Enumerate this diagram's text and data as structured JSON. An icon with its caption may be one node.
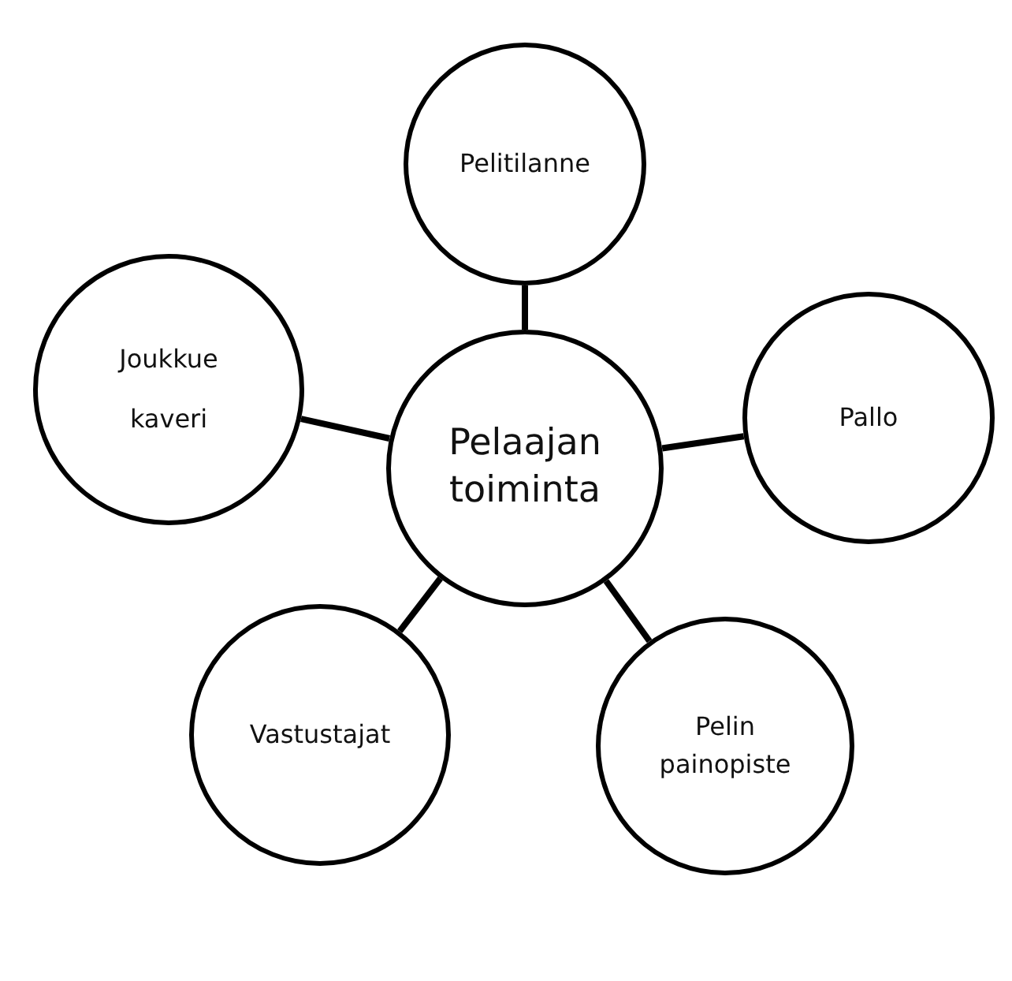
{
  "diagram": {
    "nodes": [
      {
        "text": [
          "Pelaajan toiminta"
        ]
      },
      {
        "text": [
          "Pelitilanne"
        ]
      },
      {
        "text": [
          "Joukkue kaveri"
        ]
      },
      {
        "text": [
          "Pallo"
        ]
      },
      {
        "text": [
          "Vastustajat"
        ]
      },
      {
        "text": [
          "Pelin painopiste"
        ]
      }
    ],
    "edges": [
      {
        "from": 0,
        "to": 1,
        "arrow": "none"
      },
      {
        "from": 0,
        "to": 2,
        "arrow": "none"
      },
      {
        "from": 0,
        "to": 3,
        "arrow": "none"
      },
      {
        "from": 0,
        "to": 4,
        "arrow": "none"
      },
      {
        "from": 0,
        "to": 5,
        "arrow": "none"
      }
    ]
  }
}
